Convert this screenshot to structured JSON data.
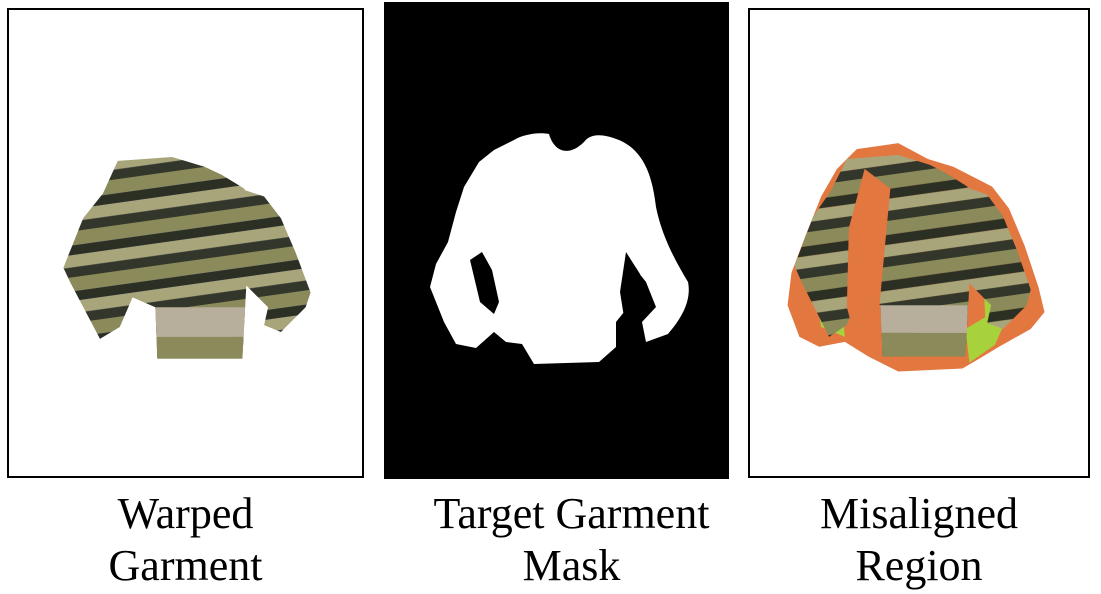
{
  "panels": [
    {
      "id": "warped-garment",
      "caption_line1": "Warped",
      "caption_line2": "Garment",
      "image": "striped-sweater-warped"
    },
    {
      "id": "target-garment-mask",
      "caption_line1": "Target Garment",
      "caption_line2": "Mask",
      "image": "white-garment-silhouette-on-black"
    },
    {
      "id": "misaligned-region",
      "caption_line1": "Misaligned",
      "caption_line2": "Region",
      "image": "striped-sweater-with-overlay"
    }
  ],
  "colors": {
    "stripe_olive": "#8a8a5a",
    "stripe_dark": "#2c2f24",
    "stripe_khaki": "#a9a57a",
    "stripe_beige": "#b8ae9c",
    "misaligned_orange": "#e2773f",
    "misaligned_green": "#a8d23c"
  }
}
